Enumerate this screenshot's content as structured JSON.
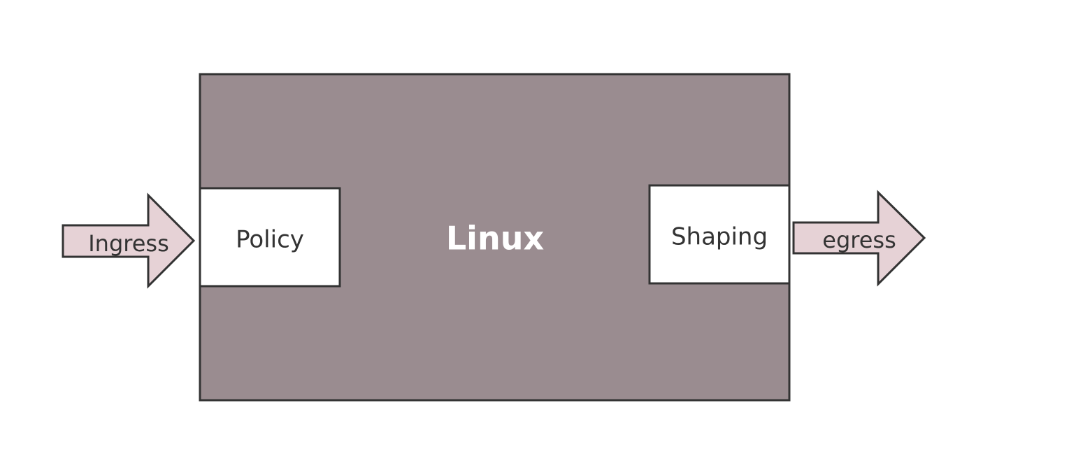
{
  "diagram": {
    "linux_label": "Linux",
    "policy_label": "Policy",
    "shaping_label": "Shaping",
    "ingress_label": "Ingress",
    "egress_label": "egress"
  },
  "colors": {
    "linux_fill": "#9a8c90",
    "arrow_fill": "#e6d2d6",
    "box_fill": "#ffffff",
    "stroke": "#333333",
    "linux_text": "#ffffff",
    "text": "#333333"
  }
}
